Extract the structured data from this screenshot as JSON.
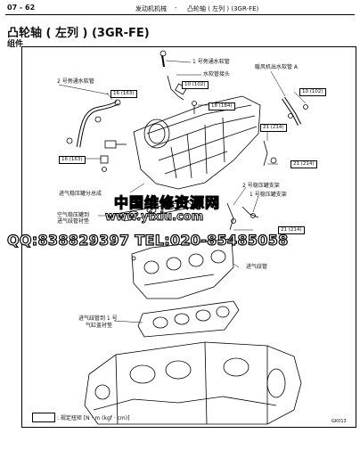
{
  "header": {
    "page_number": "07 - 62",
    "section": "发动机机械",
    "separator": "-",
    "topic": "凸轮轴 ( 左列 ) (3GR-FE)"
  },
  "title": "凸轮轴 ( 左列 ) (3GR-FE)",
  "subtitle": "组件",
  "callouts": {
    "water_bypass_pipe_1": "1 号旁通水软管",
    "water_hose_joint": "水软管接头",
    "water_bypass_pipe_2": "2 号旁通水软管",
    "heater_outlet_pipe_a": "暖风机出水软管 A",
    "surge_tank_bracket_2": "2 号稳压罐支架",
    "surge_tank_bracket_1": "1 号稳压罐支架",
    "intake_surge_tank_assy": "进气稳压罐分总成",
    "gasket_surge_tank_line1": "空气稳压罐到",
    "gasket_surge_tank_line2": "进气歧管衬垫",
    "intake_manifold": "进气歧管",
    "gasket_manifold_line1": "进气歧管到 1 号",
    "gasket_manifold_line2": "气缸盖衬垫"
  },
  "torque_specs": {
    "t1": "16 (163)",
    "t2": "10 (102)",
    "t3": "18 (184)",
    "t4": "10 (102)",
    "t5": "21 (214)",
    "t6": "21 (214)",
    "t7": "16 (163)",
    "t8": "21 (214)"
  },
  "watermark": {
    "line1": "中国维修资源网",
    "line2": "www.yixiu.com",
    "line3": "QQ:838829397 TEL:020-85485058"
  },
  "legend": {
    "text": ": 规定扭矩 [N · m (kgf · cm)]"
  },
  "figure_code": "GK013"
}
